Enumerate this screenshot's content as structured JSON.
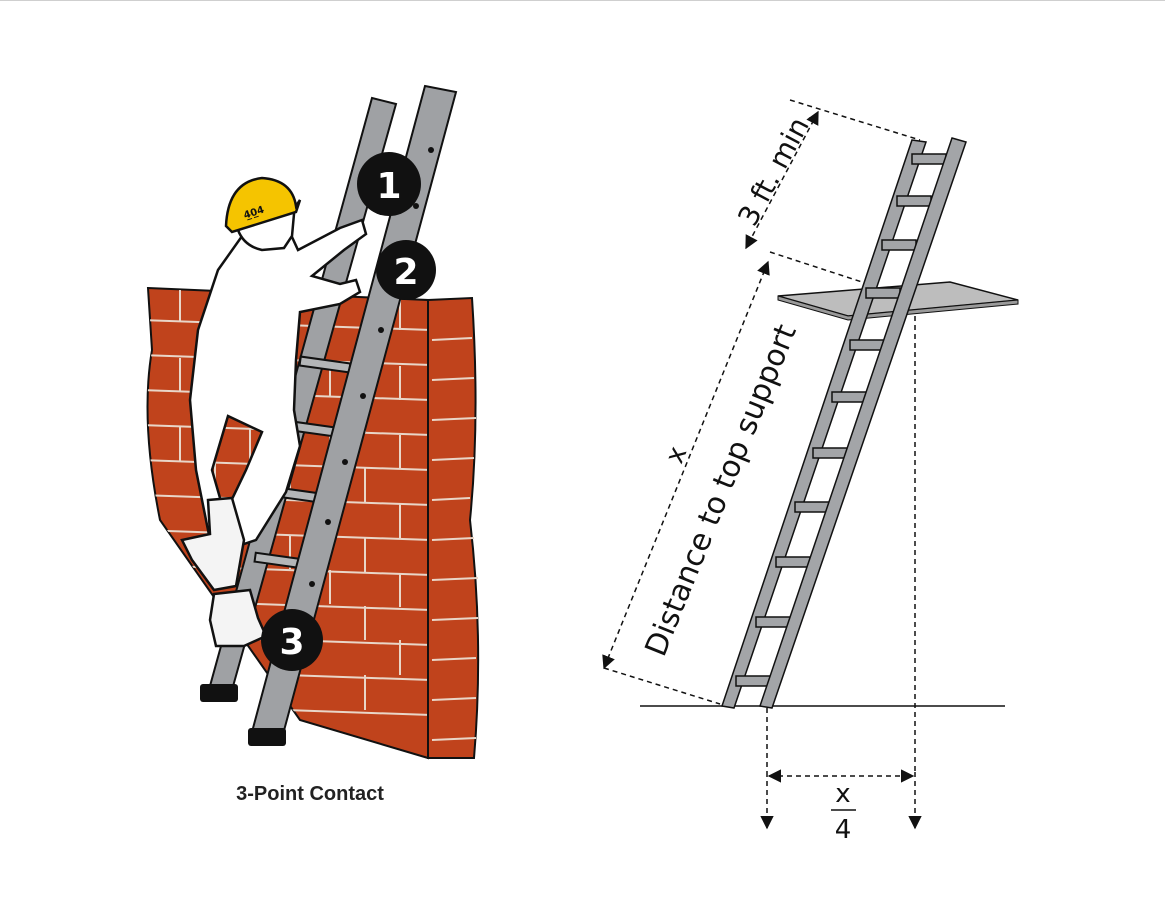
{
  "left_figure": {
    "caption": "3-Point Contact",
    "contact_points": [
      "1",
      "2",
      "3"
    ],
    "colors": {
      "brick": "#c0431c",
      "mortar": "#e8d8cc",
      "ladder": "#9fa1a4",
      "helmet": "#f5c400",
      "outline": "#111111"
    }
  },
  "right_figure": {
    "top_extension_label": "3 ft. min.",
    "distance_variable": "x",
    "distance_label": "Distance to top support",
    "base_fraction_numerator": "x",
    "base_fraction_denominator": "4",
    "colors": {
      "ladder": "#a3a5a8",
      "platform": "#bdbdbd",
      "line": "#111111"
    }
  }
}
